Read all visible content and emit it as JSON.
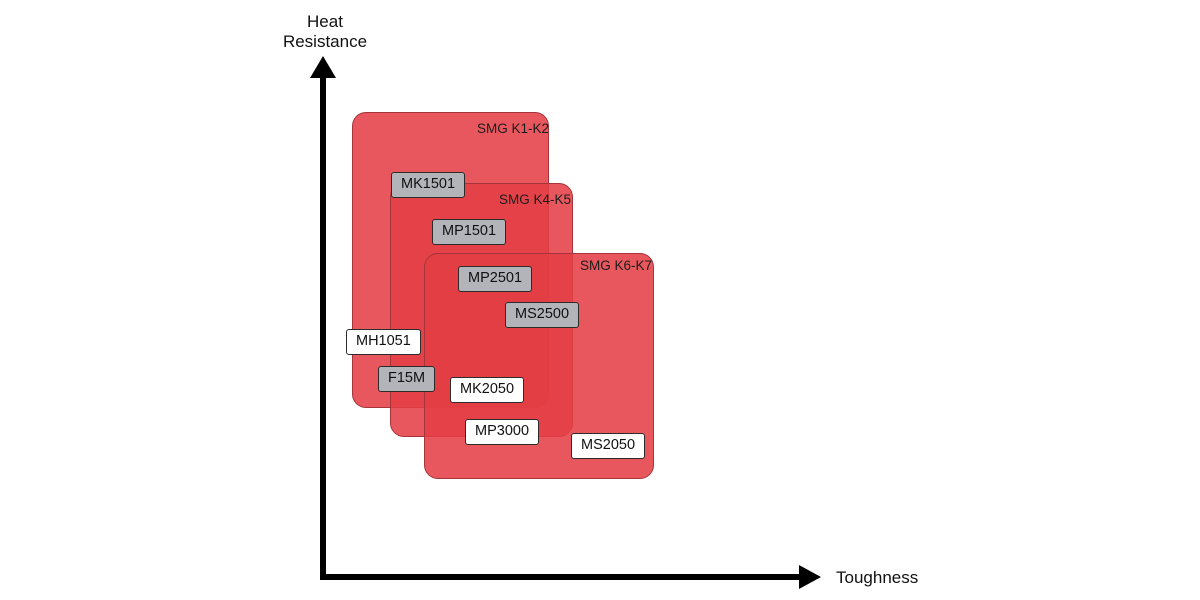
{
  "axes": {
    "y_label_line1": "Heat",
    "y_label_line2": "Resistance",
    "x_label": "Toughness"
  },
  "groups": [
    {
      "label": "SMG K1-K2"
    },
    {
      "label": "SMG K4-K5"
    },
    {
      "label": "SMG K6-K7"
    }
  ],
  "products": [
    {
      "label": "MK1501",
      "style": "gray",
      "group": "SMG K1-K2"
    },
    {
      "label": "MP1501",
      "style": "gray",
      "group": "SMG K4-K5"
    },
    {
      "label": "MP2501",
      "style": "gray",
      "group": "SMG K6-K7"
    },
    {
      "label": "MS2500",
      "style": "gray",
      "group": "SMG K6-K7"
    },
    {
      "label": "MH1051",
      "style": "white",
      "group": "SMG K1-K2"
    },
    {
      "label": "F15M",
      "style": "gray",
      "group": "SMG K1-K2"
    },
    {
      "label": "MK2050",
      "style": "white",
      "group": "SMG K6-K7"
    },
    {
      "label": "MP3000",
      "style": "white",
      "group": "SMG K6-K7"
    },
    {
      "label": "MS2050",
      "style": "white",
      "group": "SMG K6-K7"
    }
  ],
  "colors": {
    "group_fill": "#E33E45",
    "group_border": "#A6343B",
    "tag_gray": "#B3B4B9",
    "tag_white": "#FFFFFF",
    "axis": "#000000"
  }
}
